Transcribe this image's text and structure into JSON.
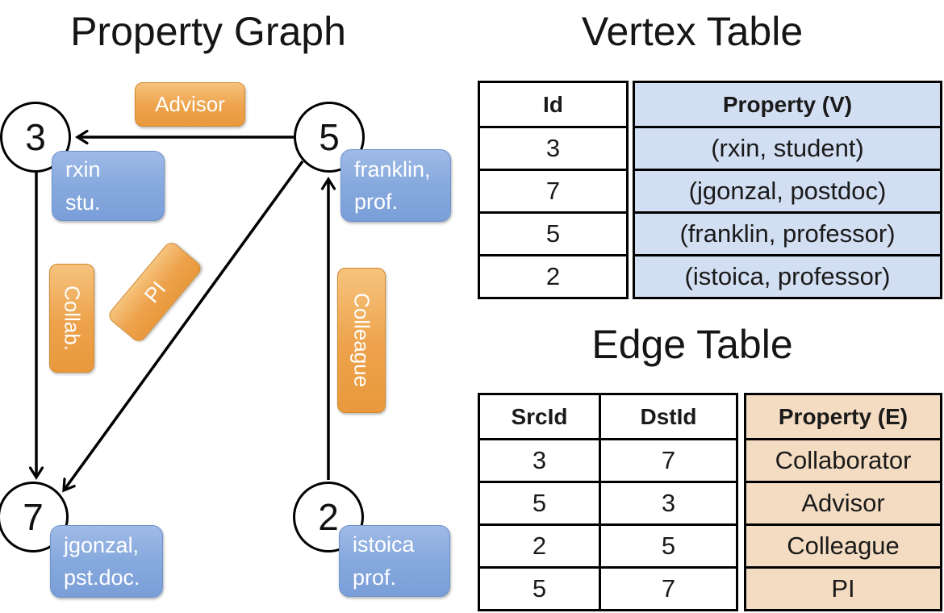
{
  "diagram": {
    "title": "Property Graph",
    "nodes": [
      {
        "id": "3",
        "prop_line1": "rxin",
        "prop_line2": "stu."
      },
      {
        "id": "5",
        "prop_line1": "franklin,",
        "prop_line2": "prof."
      },
      {
        "id": "7",
        "prop_line1": "jgonzal,",
        "prop_line2": "pst.doc."
      },
      {
        "id": "2",
        "prop_line1": "istoica",
        "prop_line2": "prof."
      }
    ],
    "edges": [
      {
        "src": "5",
        "dst": "3",
        "label": "Advisor"
      },
      {
        "src": "3",
        "dst": "7",
        "label": "Collab."
      },
      {
        "src": "5",
        "dst": "7",
        "label": "PI"
      },
      {
        "src": "2",
        "dst": "5",
        "label": "Colleague"
      }
    ]
  },
  "vertex_table": {
    "title": "Vertex Table",
    "columns": {
      "id": "Id",
      "property": "Property (V)"
    },
    "rows": [
      {
        "id": "3",
        "property": "(rxin, student)"
      },
      {
        "id": "7",
        "property": "(jgonzal, postdoc)"
      },
      {
        "id": "5",
        "property": "(franklin, professor)"
      },
      {
        "id": "2",
        "property": "(istoica, professor)"
      }
    ]
  },
  "edge_table": {
    "title": "Edge Table",
    "columns": {
      "src": "SrcId",
      "dst": "DstId",
      "property": "Property (E)"
    },
    "rows": [
      {
        "src": "3",
        "dst": "7",
        "property": "Collaborator"
      },
      {
        "src": "5",
        "dst": "3",
        "property": "Advisor"
      },
      {
        "src": "2",
        "dst": "5",
        "property": "Colleague"
      },
      {
        "src": "5",
        "dst": "7",
        "property": "PI"
      }
    ]
  },
  "colors": {
    "edge_label_orange": "#eda24b",
    "node_property_blue": "#86a9dd",
    "vertex_table_fill": "#d2def2",
    "edge_table_fill": "#f3dcc2",
    "line_black": "#000000"
  }
}
